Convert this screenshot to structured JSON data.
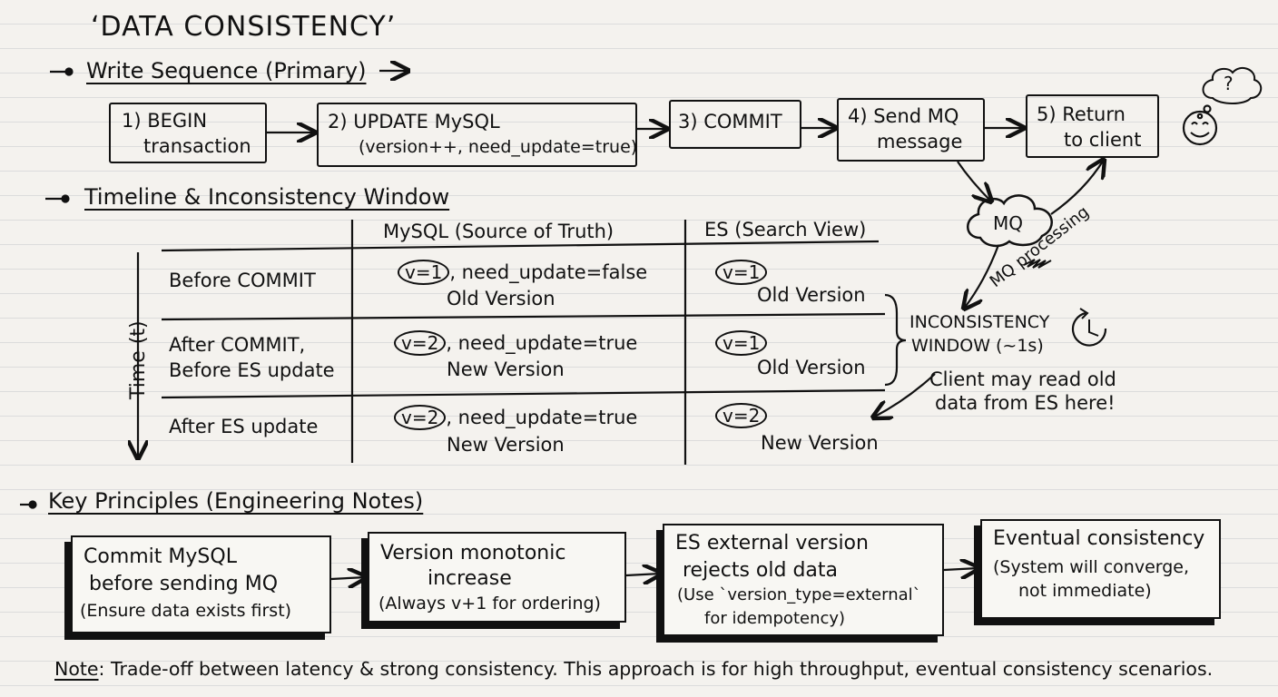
{
  "title": "‘DATA CONSISTENCY’",
  "sections": {
    "write_sequence": "Write Sequence (Primary)",
    "timeline": "Timeline & Inconsistency Window",
    "principles": "Key Principles (Engineering Notes)"
  },
  "steps": [
    {
      "line1": "1) BEGIN",
      "line2": "transaction"
    },
    {
      "line1": "2) UPDATE MySQL",
      "line2": "(version++, need_update=true)"
    },
    {
      "line1": "3) COMMIT",
      "line2": ""
    },
    {
      "line1": "4) Send MQ",
      "line2": "message"
    },
    {
      "line1": "5) Return",
      "line2": "to client"
    }
  ],
  "mq": {
    "label": "MQ",
    "processing": "MQ processing",
    "question": "?"
  },
  "table": {
    "time_axis": "Time (t)",
    "col_mysql": "MySQL (Source of Truth)",
    "col_es": "ES (Search View)",
    "rows": [
      {
        "label1": "Before COMMIT",
        "label2": "",
        "mysql_v": "v=1",
        "mysql_flag": ", need_update=false",
        "mysql_ver": "Old Version",
        "es_v": "v=1",
        "es_ver": "Old Version"
      },
      {
        "label1": "After COMMIT,",
        "label2": "Before ES update",
        "mysql_v": "v=2",
        "mysql_flag": ", need_update=true",
        "mysql_ver": "New Version",
        "es_v": "v=1",
        "es_ver": "Old Version"
      },
      {
        "label1": "After ES update",
        "label2": "",
        "mysql_v": "v=2",
        "mysql_flag": ", need_update=true",
        "mysql_ver": "New Version",
        "es_v": "v=2",
        "es_ver": "New Version"
      }
    ]
  },
  "inconsistency": {
    "line1": "INCONSISTENCY",
    "line2": "WINDOW (~1s)",
    "note1": "Client may read old",
    "note2": "data from ES here!"
  },
  "principles": [
    {
      "l1": "Commit MySQL",
      "l2": "before sending MQ",
      "l3": "(Ensure data exists first)",
      "l4": ""
    },
    {
      "l1": "Version monotonic",
      "l2": "increase",
      "l3": "(Always v+1 for ordering)",
      "l4": ""
    },
    {
      "l1": "ES external version",
      "l2": "rejects old data",
      "l3": "(Use `version_type=external`",
      "l4": "for idempotency)"
    },
    {
      "l1": "Eventual consistency",
      "l2": "(System will converge,",
      "l3": "not immediate)",
      "l4": ""
    }
  ],
  "note": {
    "label": "Note",
    "text": ": Trade-off between latency & strong consistency. This approach is for high throughput, eventual consistency scenarios."
  }
}
